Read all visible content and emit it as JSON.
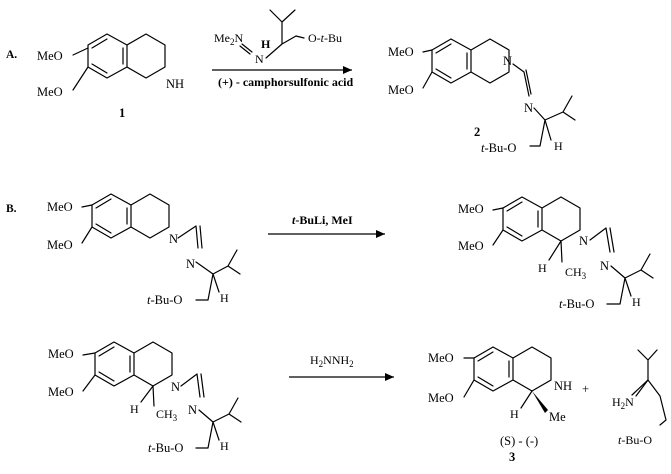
{
  "sections": {
    "a": "A.",
    "b": "B."
  },
  "labels": {
    "MeO": "MeO",
    "NH": "NH",
    "N": "N",
    "H": "H",
    "CH3": "CH",
    "three": "3",
    "Me": "Me",
    "tBuO": "t-Bu-O",
    "tBu_t": "t",
    "tBu_rest": "-Bu-O",
    "Otbu_top": "O-t-Bu",
    "Me2N": "Me",
    "Me2N_sub": "2",
    "Me2N_N": "N",
    "H2N": "H",
    "H2N_sub": "2",
    "H2N_N": "N",
    "plus": "+"
  },
  "reactionA": {
    "reagent_below": "(+) - camphorsulfonic acid",
    "compound_left": "1",
    "compound_right": "2"
  },
  "reactionB1": {
    "reagent_t": "t",
    "reagent_rest": "-BuLi, MeI"
  },
  "reactionB2": {
    "reagent": "H2NNH2",
    "stereo_label": "(S) - (-)",
    "compound_number": "3"
  }
}
